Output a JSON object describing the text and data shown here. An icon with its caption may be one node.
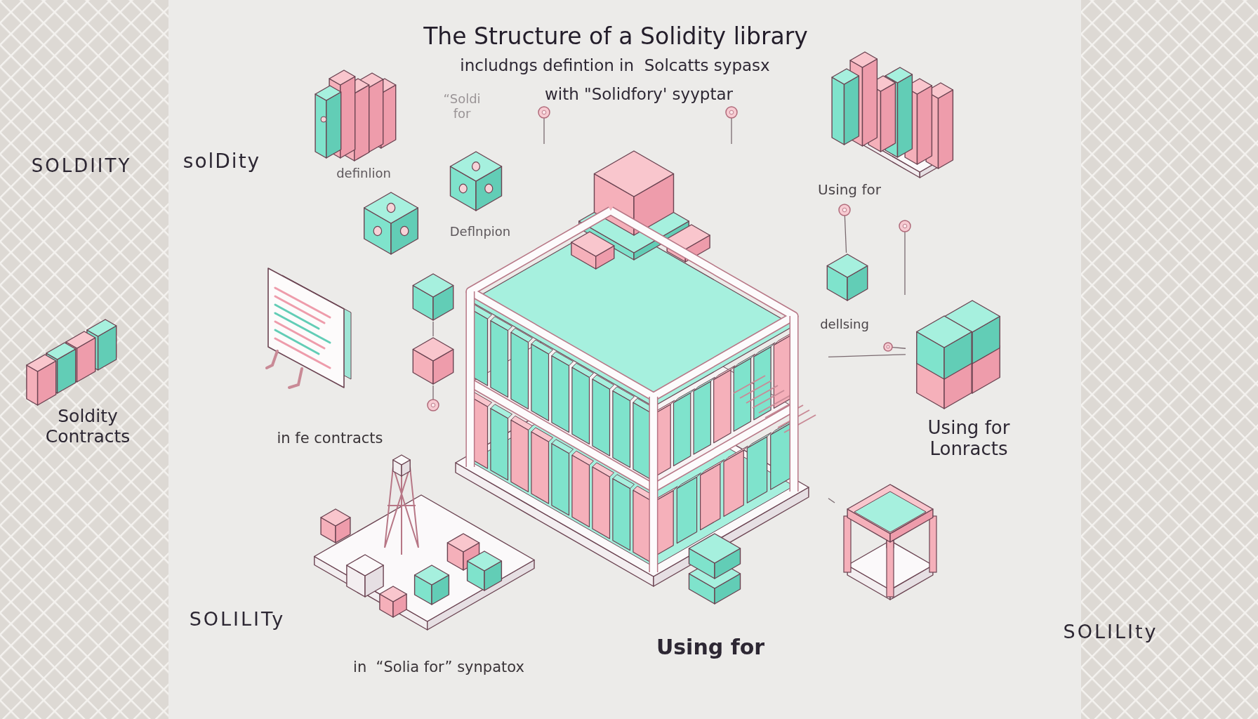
{
  "diagram": {
    "title": "The Structure of a Solidity library",
    "nodes": [
      {
        "text": [],
        "shape": "picture"
      },
      {
        "text": [],
        "shape": "box"
      },
      {
        "text": [],
        "shape": "box"
      },
      {
        "text": [],
        "shape": "picture"
      },
      {
        "text": [],
        "shape": "box"
      },
      {
        "text": [],
        "shape": "box"
      },
      {
        "text": [],
        "shape": "circle"
      },
      {
        "text": [],
        "shape": "circle"
      },
      {
        "text": [],
        "shape": "circle"
      },
      {
        "text": [],
        "shape": "picture"
      },
      {
        "text": [],
        "shape": "picture"
      },
      {
        "text": [],
        "shape": "circle"
      },
      {
        "text": [],
        "shape": "box"
      },
      {
        "text": [],
        "shape": "circle"
      },
      {
        "text": [],
        "shape": "circle"
      },
      {
        "text": [],
        "shape": "picture"
      },
      {
        "text": [],
        "shape": "picture"
      },
      {
        "text": [],
        "shape": "picture"
      },
      {
        "text": [],
        "shape": "picture"
      },
      {
        "text": [],
        "shape": "picture",
        "beside": [
          "Soldity Contracts"
        ]
      }
    ],
    "edges": [
      {
        "from": 4,
        "to": 5,
        "arrow": "none"
      },
      {
        "from": 5,
        "to": 6,
        "arrow": "none"
      },
      {
        "from": 7,
        "to": 9,
        "arrow": "none"
      },
      {
        "from": 8,
        "to": 9,
        "arrow": "none"
      },
      {
        "from": 11,
        "to": 12,
        "arrow": "none"
      },
      {
        "from": 13,
        "to": 15,
        "arrow": "none"
      },
      {
        "from": 14,
        "to": 15,
        "arrow": "none"
      },
      {
        "from": 9,
        "to": 15,
        "arrow": "none"
      },
      {
        "from": 9,
        "to": 18,
        "arrow": "none"
      }
    ],
    "labels": [
      "includngs defintion in  Solcatts sypasx",
      "with \"Solidfory' syyptar",
      "“Soldi for",
      "SOLDIITY",
      "solDity",
      "definlion",
      "Deflnpion",
      "Using for",
      "dellsing",
      "in fe contracts",
      "Using for Lonracts",
      "SOLILITy",
      "Using for",
      "in  “Solia for” synpatox",
      "SOLILIty"
    ]
  }
}
